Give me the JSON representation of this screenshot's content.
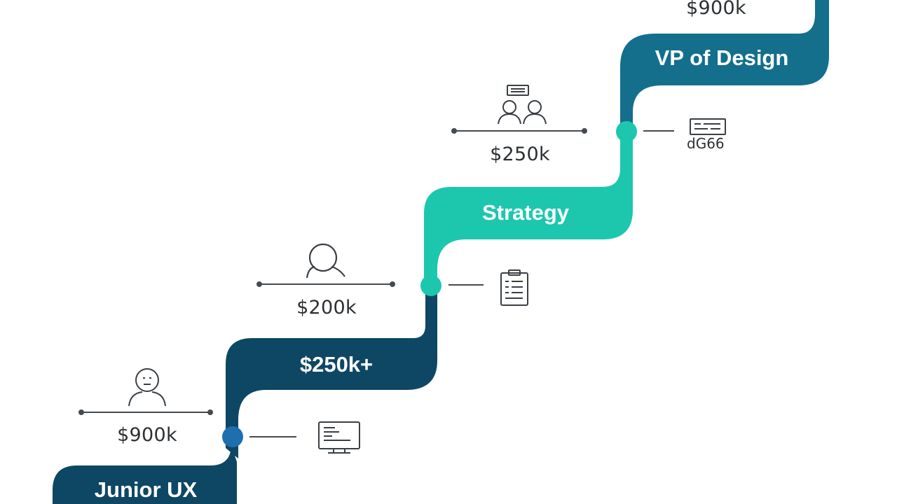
{
  "colors": {
    "dark_navy": "#0e4763",
    "steel_blue": "#136f8c",
    "teal": "#1cc7ae",
    "node_blue": "#1f6fae",
    "connector_gray": "#444a4f"
  },
  "steps": [
    {
      "label": "Junior UX",
      "color": "dark_navy"
    },
    {
      "label": "$250k+",
      "color": "dark_navy"
    },
    {
      "label": "Strategy",
      "color": "teal"
    },
    {
      "label": "VP of Design",
      "color": "steel_blue"
    }
  ],
  "milestones": [
    {
      "salary": "$900k",
      "left_icon": "person-icon",
      "right_icon": "monitor-icon"
    },
    {
      "salary": "$200k",
      "left_icon": "magnifier-icon",
      "right_icon": "clipboard-icon"
    },
    {
      "salary": "$250k",
      "left_icon": "team-icon",
      "right_icon": "certificate-icon",
      "right_text": "dG66"
    }
  ],
  "top_salary": "$900k"
}
